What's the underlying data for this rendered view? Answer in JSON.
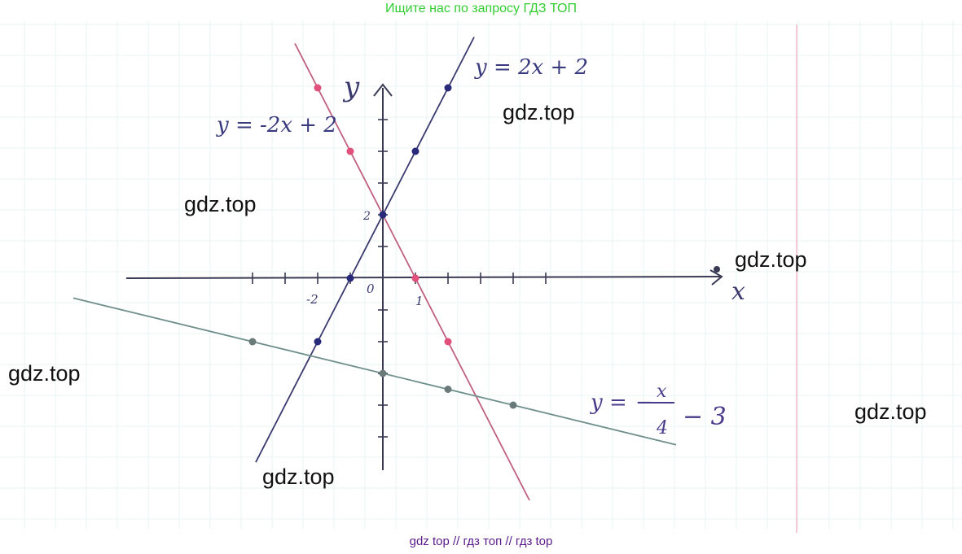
{
  "header": {
    "text": "Ищите нас по запросу ГДЗ ТОП"
  },
  "footer": {
    "text": "gdz top  //  гдз топ  //  гдз top"
  },
  "watermarks": [
    "gdz.top",
    "gdz.top",
    "gdz.top",
    "gdz.top",
    "gdz.top",
    "gdz.top"
  ],
  "axes": {
    "x_label": "x",
    "y_label": "y",
    "origin_label": "0",
    "tick_labels": {
      "x_neg2": "-2",
      "x_1": "1",
      "y_2": "2"
    },
    "x_range": [
      -8,
      10
    ],
    "y_range": [
      -6,
      6
    ]
  },
  "lines": [
    {
      "id": "line-a",
      "label": "y = 2x + 2",
      "slope": 2,
      "intercept": 2,
      "color": "#3a3a6e",
      "point_color": "#2a2a7a",
      "points": [
        [
          -2,
          -2
        ],
        [
          -1,
          0
        ],
        [
          0,
          2
        ],
        [
          1,
          4
        ],
        [
          2,
          6
        ]
      ],
      "x_span": [
        -3.9,
        2.8
      ]
    },
    {
      "id": "line-b",
      "label": "y = -2x + 2",
      "slope": -2,
      "intercept": 2,
      "color": "#c06080",
      "point_color": "#e0507a",
      "points": [
        [
          -2,
          6
        ],
        [
          -1,
          4
        ],
        [
          1,
          0
        ],
        [
          2,
          -2
        ]
      ],
      "x_span": [
        -2.7,
        4.5
      ]
    },
    {
      "id": "line-c",
      "label_num": "x",
      "label_den": "4",
      "label_left": "y =",
      "label_minus": "−",
      "label_right": "− 3",
      "slope": -0.25,
      "intercept": -3,
      "color": "#6f8f8a",
      "point_color": "#6a7a78",
      "points": [
        [
          -4,
          -2
        ],
        [
          0,
          -3
        ],
        [
          2,
          -3.5
        ],
        [
          4,
          -4
        ]
      ],
      "x_span": [
        -9.5,
        9
      ]
    }
  ]
}
